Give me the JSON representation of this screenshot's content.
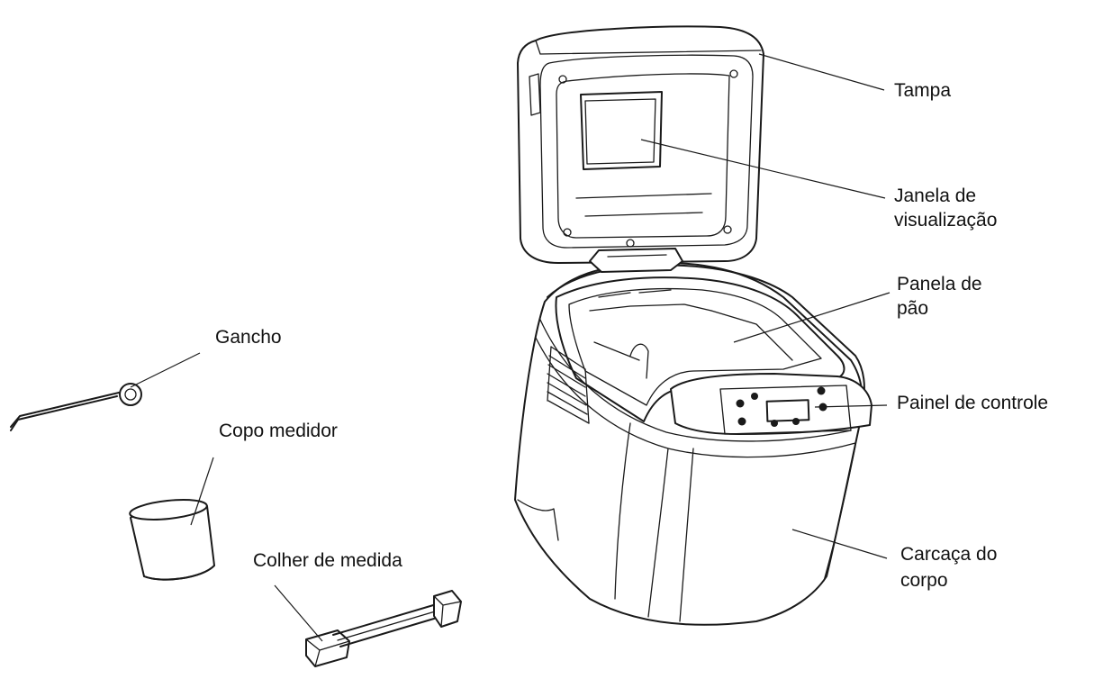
{
  "labels": {
    "lid": "Tampa",
    "window_line1": "Janela de",
    "window_line2": "visualização",
    "pan_line1": "Panela de",
    "pan_line2": "pão",
    "control_panel": "Painel de controle",
    "body_line1": "Carcaça do",
    "body_line2": "corpo",
    "hook": "Gancho",
    "measuring_cup": "Copo medidor",
    "measuring_spoon": "Colher de medida"
  },
  "colors": {
    "line": "#1a1a1a",
    "background": "#ffffff"
  }
}
